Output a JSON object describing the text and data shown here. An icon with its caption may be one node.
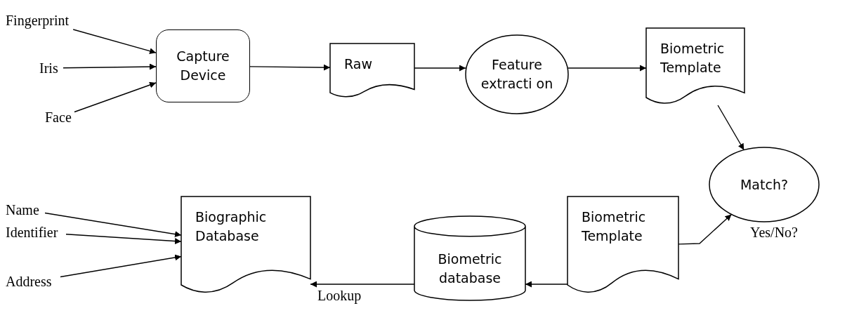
{
  "diagram": {
    "nodes": [
      {
        "text": [
          "Fingerprint"
        ]
      },
      {
        "text": [
          "Iris"
        ]
      },
      {
        "text": [
          "Face"
        ]
      },
      {
        "text": [
          "Capture Device"
        ]
      },
      {
        "text": [
          "Raw"
        ]
      },
      {
        "text": [
          "Feature extracti on"
        ]
      },
      {
        "text": [
          "Biometric Template"
        ]
      },
      {
        "text": [
          "Match?"
        ],
        "beside": [
          "Yes/No?"
        ]
      },
      {
        "text": [
          "Biometric Template"
        ]
      },
      {
        "text": [
          "Biometric database"
        ]
      },
      {
        "text": [
          "Biographic Database"
        ]
      },
      {
        "text": [
          "Name"
        ]
      },
      {
        "text": [
          "Identifier"
        ]
      },
      {
        "text": [
          "Address"
        ]
      }
    ],
    "edges": [
      {
        "from": 0,
        "to": 3,
        "arrow": "to"
      },
      {
        "from": 1,
        "to": 3,
        "arrow": "to"
      },
      {
        "from": 2,
        "to": 3,
        "arrow": "to"
      },
      {
        "from": 3,
        "to": 4,
        "arrow": "to"
      },
      {
        "from": 4,
        "to": 5,
        "arrow": "to"
      },
      {
        "from": 5,
        "to": 6,
        "arrow": "to"
      },
      {
        "from": 6,
        "to": 7,
        "arrow": "to"
      },
      {
        "from": 8,
        "to": 7,
        "arrow": "to"
      },
      {
        "from": 8,
        "to": 9,
        "arrow": "to"
      },
      {
        "from": 9,
        "to": 10,
        "arrow": "to",
        "label": "Lookup"
      },
      {
        "from": 11,
        "to": 10,
        "arrow": "to"
      },
      {
        "from": 12,
        "to": 10,
        "arrow": "to"
      },
      {
        "from": 13,
        "to": 10,
        "arrow": "to"
      }
    ]
  }
}
